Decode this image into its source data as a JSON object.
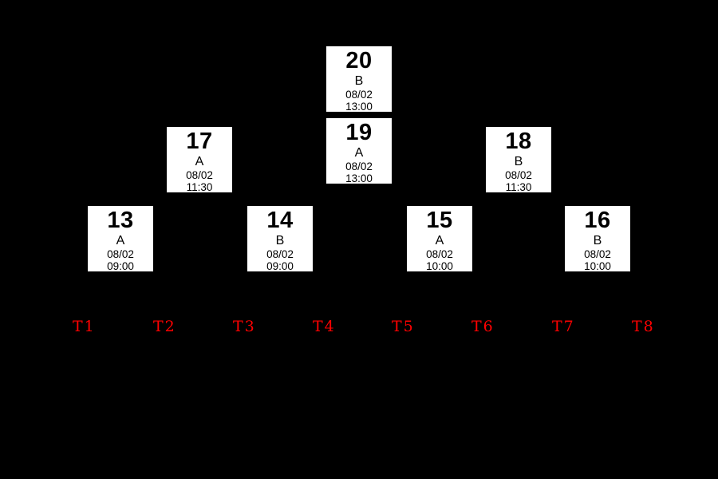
{
  "bracket": {
    "matches": [
      {
        "number": "13",
        "group": "A",
        "date": "08/02",
        "time": "09:00"
      },
      {
        "number": "14",
        "group": "B",
        "date": "08/02",
        "time": "09:00"
      },
      {
        "number": "15",
        "group": "A",
        "date": "08/02",
        "time": "10:00"
      },
      {
        "number": "16",
        "group": "B",
        "date": "08/02",
        "time": "10:00"
      },
      {
        "number": "17",
        "group": "A",
        "date": "08/02",
        "time": "11:30"
      },
      {
        "number": "18",
        "group": "B",
        "date": "08/02",
        "time": "11:30"
      },
      {
        "number": "19",
        "group": "A",
        "date": "08/02",
        "time": "13:00"
      },
      {
        "number": "20",
        "group": "B",
        "date": "08/02",
        "time": "13:00"
      }
    ],
    "team_slots": [
      "T1",
      "T2",
      "T3",
      "T4",
      "T5",
      "T6",
      "T7",
      "T8"
    ]
  },
  "colors": {
    "background": "#000000",
    "box_background": "#ffffff",
    "box_text": "#000000",
    "slot_label": "#ff0000"
  }
}
